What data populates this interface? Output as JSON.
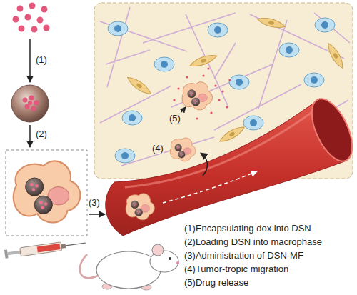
{
  "diagram": {
    "labels": [
      "(1)",
      "(2)",
      "(3)",
      "(4)",
      "(5)",
      "(1)Encapsulating dox into DSN",
      "(2)Loading DSN into macrophase",
      "(3)Administration of DSN-MF",
      "(4)Tumor-tropic migration",
      "(5)Drug release"
    ]
  }
}
